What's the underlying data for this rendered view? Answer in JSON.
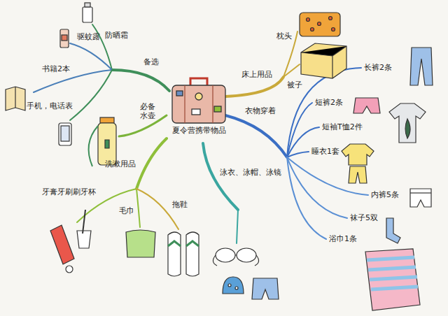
{
  "diagram": {
    "nodes": [
      {
        "text": [
          "夏令营携带物品"
        ]
      }
    ],
    "labels": [
      "防晒霜",
      "驱蚊露",
      "书籍2本",
      "手机，电话表",
      "备选",
      "枕头",
      "被子",
      "床上用品",
      "长裤2条",
      "短裤2条",
      "短袖T恤2件",
      "睡衣1套",
      "衣物穿着",
      "泳衣、泳帽、泳镜",
      "内裤5条",
      "袜子5双",
      "浴巾1条",
      "必备水壶",
      "洗漱用品",
      "牙膏牙刷刷牙杯",
      "毛巾",
      "拖鞋"
    ]
  }
}
